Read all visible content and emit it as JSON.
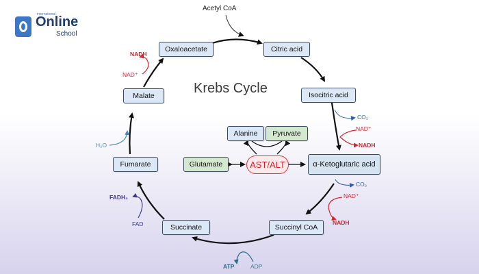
{
  "logo": {
    "top_text": "international",
    "brand": "Online",
    "sub": "School",
    "color": "#3f77c7"
  },
  "title": "Krebs Cycle",
  "input": "Acetyl CoA",
  "cycle": [
    "Oxaloacetate",
    "Citric acid",
    "Isocitric acid",
    "α-Ketoglutaric acid",
    "Succinyl CoA",
    "Succinate",
    "Fumarate",
    "Malate"
  ],
  "center": {
    "enzyme": "AST/ALT",
    "alanine": "Alanine",
    "pyruvate": "Pyruvate",
    "glutamate": "Glutamate"
  },
  "cofactors": {
    "co2_1": "CO₂",
    "nad_1": "NAD⁺",
    "nadh_1": "NADH",
    "co2_2": "CO₂",
    "nad_2": "NAD⁺",
    "nadh_2": "NADH",
    "atp": "ATP",
    "adp": "ADP",
    "fadh2": "FADH₂",
    "fad": "FAD",
    "h2o": "H₂O",
    "nad_3": "NAD⁺",
    "nadh_3": "NADH"
  },
  "colors": {
    "box_fill": "#dce8f5",
    "green_fill": "#d4e8cf",
    "enzyme_red": "#d8232d",
    "co2_blue": "#2d5ea8",
    "fad_navy": "#3b3b8a",
    "atp_teal": "#2a6a86",
    "water_blue": "#4a8ab0"
  }
}
